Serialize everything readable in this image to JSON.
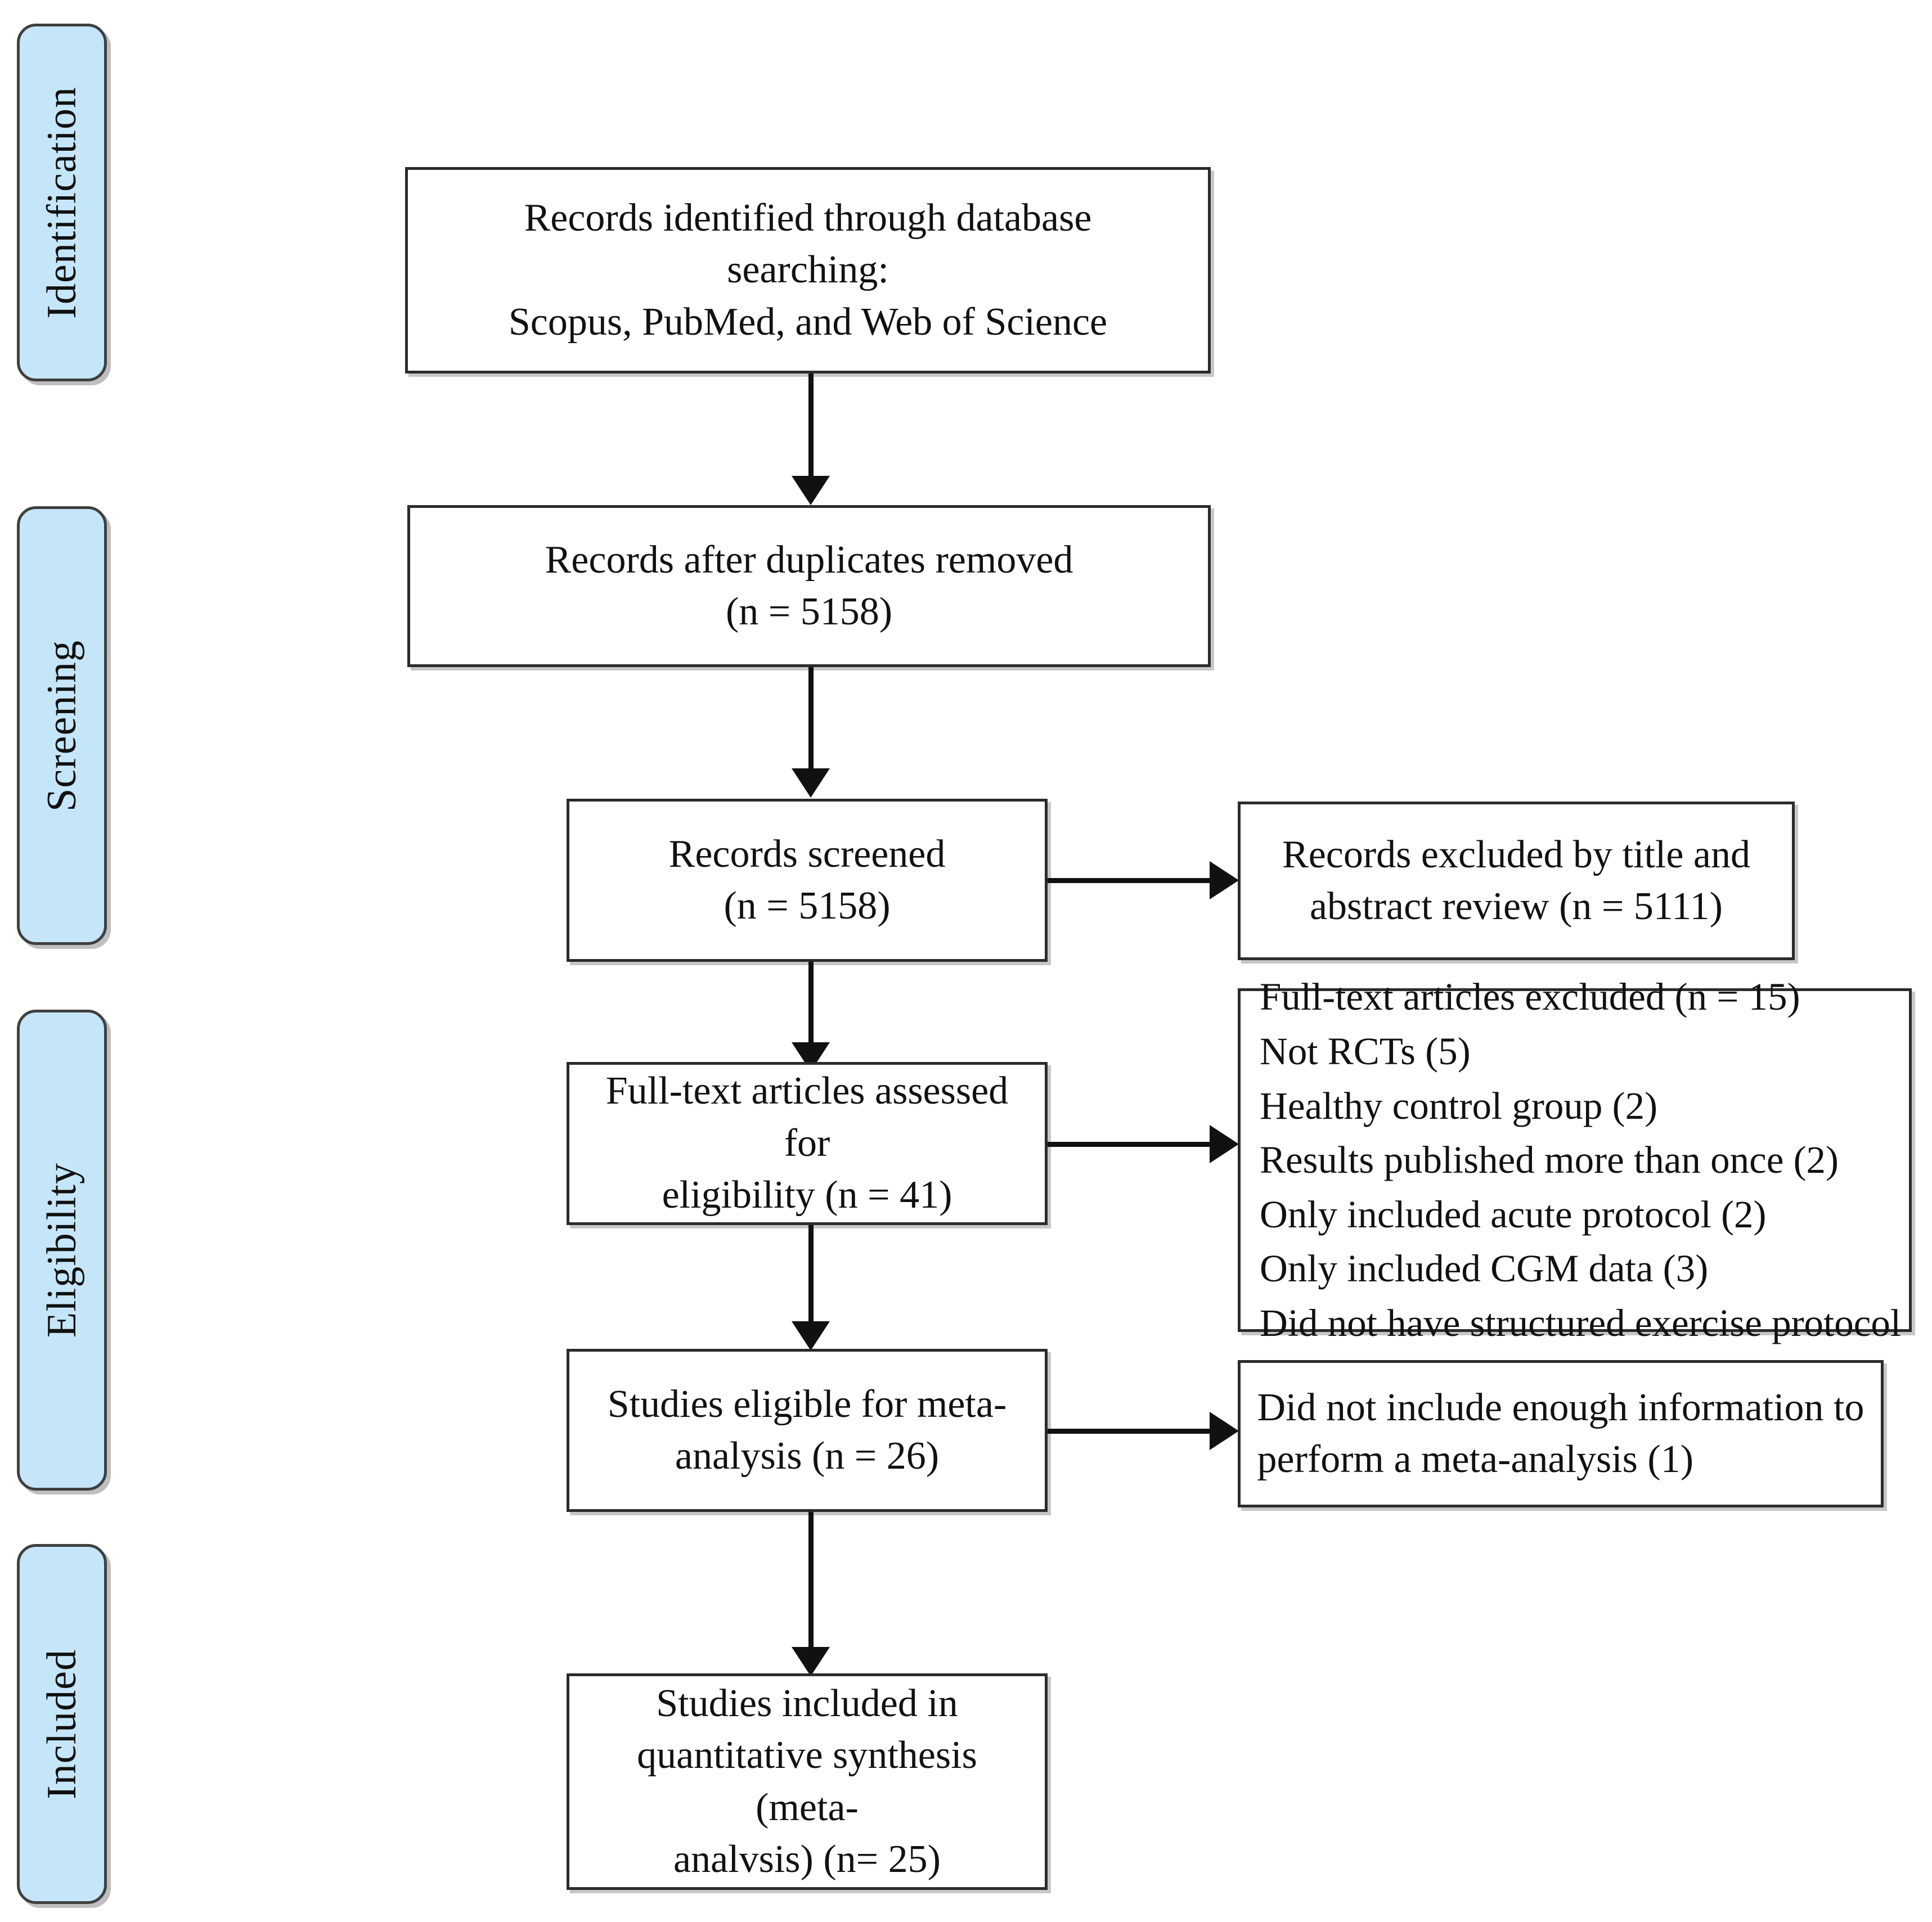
{
  "diagram": {
    "type": "prisma-flow-diagram",
    "stages": [
      {
        "id": "identification",
        "label": "Identification"
      },
      {
        "id": "screening",
        "label": "Screening"
      },
      {
        "id": "eligibility",
        "label": "Eligibility"
      },
      {
        "id": "included",
        "label": "Included"
      }
    ],
    "boxes": {
      "records_identified": "Records identified through database\nsearching:\nScopus, PubMed, and Web of Science",
      "records_after_duplicates": "Records after duplicates removed\n(n = 5158)",
      "records_screened": "Records screened\n(n = 5158)",
      "records_excluded": "Records excluded by title and\nabstract review (n = 5111)",
      "fulltext_assessed": "Full-text articles assessed for\neligibility (n = 41)",
      "studies_eligible": "Studies eligible for meta-\nanalysis (n = 26)",
      "meta_excluded": "Did not include enough information to\nperform a meta-analysis (1)",
      "studies_included": "Studies included in\nquantitative synthesis (meta-\nanalvsis) (n= 25)"
    },
    "fulltext_excluded_list": [
      "Full-text articles excluded (n = 15)",
      "Not RCTs (5)",
      "Healthy control group (2)",
      "Results published more than once (2)",
      "Only included acute protocol (2)",
      "Only included CGM data (3)",
      "Did not have structured exercise protocol"
    ],
    "colors": {
      "stage_fill": "#c5e6f8",
      "stage_border": "#3f3f3f",
      "box_border": "#2b2b2b",
      "connector": "#111111",
      "background": "#ffffff"
    }
  }
}
